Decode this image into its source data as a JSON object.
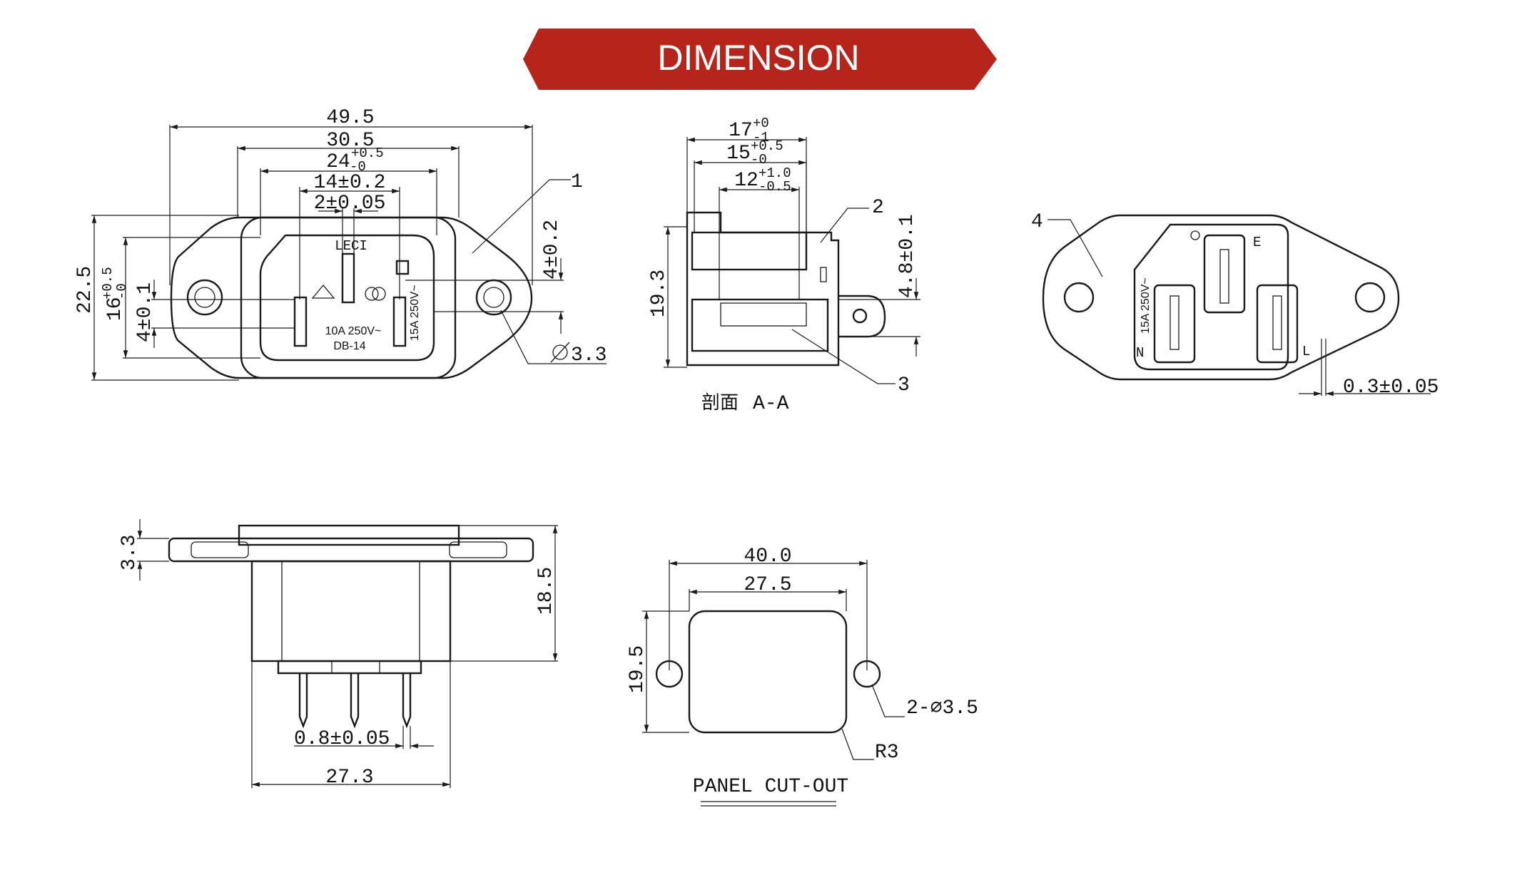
{
  "banner": {
    "title": "DIMENSION",
    "color": "#b5251c"
  },
  "front_view": {
    "dims": {
      "overall_width": "49.5",
      "mount_width": "30.5",
      "housing_width": "24",
      "housing_tol_upper": "+0.5",
      "housing_tol_lower": "-0",
      "pin_pitch": "14±0.2",
      "pin_width": "2±0.05",
      "overall_height": "22.5",
      "housing_height": "16",
      "housing_height_tol_upper": "+0.5",
      "housing_height_tol_lower": "-0",
      "pin_offset": "4±0.1",
      "pin_offset_right": "4±0.2",
      "hole_diameter": "3.3"
    },
    "labels": {
      "brand": "LECI",
      "rating_left": "10A 250V~",
      "model": "DB-14",
      "rating_side": "15A 250V~"
    },
    "callouts": {
      "body": "1"
    }
  },
  "section_view": {
    "dims": {
      "depth_total": "17",
      "depth_total_tol_upper": "+0",
      "depth_total_tol_lower": "-1",
      "depth_mid": "15",
      "depth_mid_tol_upper": "+0.5",
      "depth_mid_tol_lower": "-0",
      "depth_inner": "12",
      "depth_inner_tol_upper": "+1.0",
      "depth_inner_tol_lower": "-0.5",
      "height": "19.3",
      "tab_offset": "4.8±0.1"
    },
    "callouts": {
      "insert": "2",
      "terminal": "3"
    },
    "caption_cn": "剖面",
    "caption_tag": "A-A"
  },
  "back_view": {
    "callout": "4",
    "labels": {
      "earth": "E",
      "neutral": "N",
      "live": "L",
      "rating": "15A 250V~"
    },
    "dims": {
      "gap": "0.3±0.05"
    }
  },
  "side_view": {
    "dims": {
      "flange_thickness": "3.3",
      "height": "18.5",
      "pin_thickness": "0.8±0.05",
      "width": "27.3"
    }
  },
  "panel_cutout": {
    "title": "PANEL CUT-OUT",
    "dims": {
      "hole_pitch": "40.0",
      "cut_width": "27.5",
      "cut_height": "19.5",
      "holes": "2-∅3.5",
      "corner_radius": "R3"
    }
  }
}
